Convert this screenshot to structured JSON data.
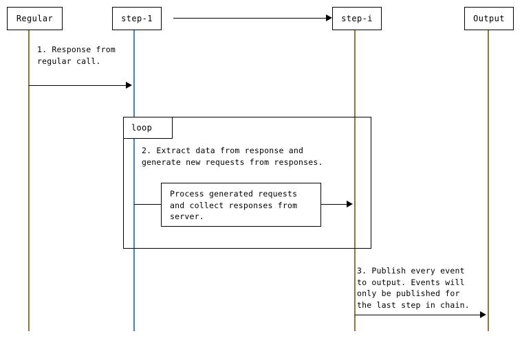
{
  "diagram": {
    "type": "uml-sequence-diagram",
    "background_color": "#ffffff",
    "line_color": "#000000",
    "lifeline_color": "#9a7b3f"
  },
  "participants": [
    {
      "id": "regular",
      "label": "Regular"
    },
    {
      "id": "step-1",
      "label": "step-1"
    },
    {
      "id": "step-i",
      "label": "step-i"
    },
    {
      "id": "output",
      "label": "Output"
    }
  ],
  "messages": [
    {
      "id": "chain-link",
      "from": "step-1",
      "to": "step-i",
      "label": ""
    },
    {
      "id": "response-from-regular",
      "from": "regular",
      "to": "step-1",
      "label": "1. Response from\nregular call."
    },
    {
      "id": "process-generated-requests",
      "from": "step-1",
      "to": "step-i",
      "label": ""
    },
    {
      "id": "publish-events",
      "from": "step-i",
      "to": "output",
      "label": "3. Publish every event\nto output. Events will\nonly be published for\nthe last step in chain."
    }
  ],
  "fragment": {
    "operator": "loop",
    "body_text": "2. Extract data from response and\ngenerate new requests from responses."
  },
  "note": {
    "text": "Process generated requests\nand collect responses from\nserver."
  }
}
